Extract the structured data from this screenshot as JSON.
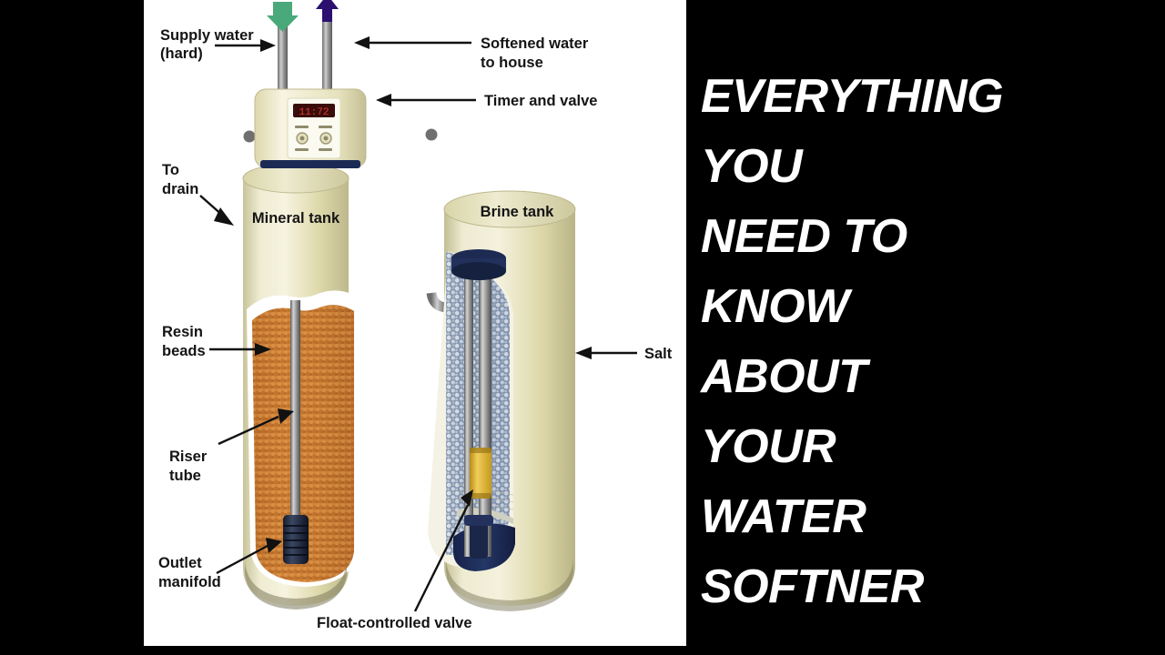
{
  "title_block": {
    "lines": [
      "EVERYTHING",
      "YOU",
      "NEED TO",
      "KNOW",
      "ABOUT",
      "YOUR",
      "WATER",
      "SOFTNER"
    ],
    "text_color": "#ffffff",
    "background_color": "#000000"
  },
  "diagram": {
    "background_color": "#ffffff",
    "type": "water-softener-cutaway-illustration",
    "labels": {
      "supply_water_line1": "Supply water",
      "supply_water_line2": "(hard)",
      "softened_water_line1": "Softened water",
      "softened_water_line2": "to house",
      "timer_and_valve": "Timer and valve",
      "to_drain_line1": "To",
      "to_drain_line2": "drain",
      "mineral_tank": "Mineral tank",
      "brine_tank": "Brine tank",
      "resin_beads_line1": "Resin",
      "resin_beads_line2": "beads",
      "riser_tube_line1": "Riser",
      "riser_tube_line2": "tube",
      "outlet_manifold_line1": "Outlet",
      "outlet_manifold_line2": "manifold",
      "salt": "Salt",
      "float_controlled_valve": "Float-controlled valve"
    },
    "timer_display_value": "11:72",
    "colors": {
      "supply_arrow": "#49a97a",
      "softened_arrow": "#2b1070",
      "tank_body": "#ddd9ab",
      "tank_highlight": "#f2efd6",
      "resin_beads": "#cf7f35",
      "salt": "#8b9cb4",
      "brine_water": "#1b2a55",
      "pipe": "#8d8d8d",
      "float_collar": "#e8be3c",
      "timer_display": "#3a0c0c",
      "timer_digits": "#e23b2e",
      "label_text": "#141414"
    }
  }
}
